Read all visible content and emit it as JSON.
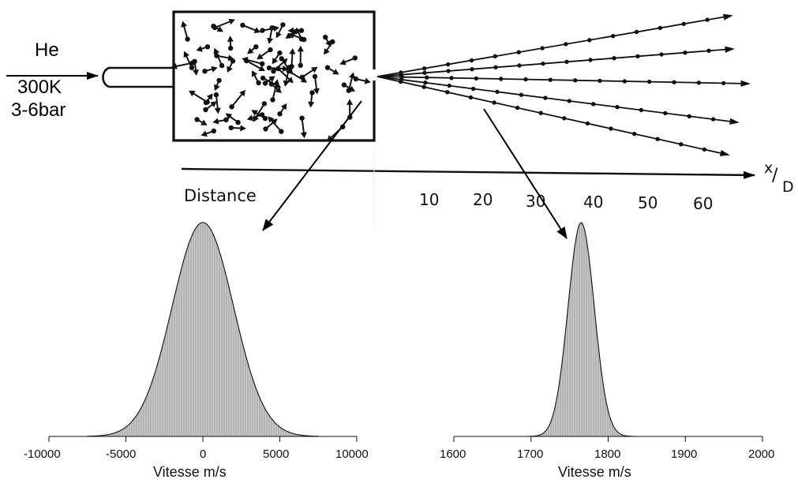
{
  "source": {
    "gas": "He",
    "temperature": "300K",
    "pressure": "3-6bar"
  },
  "schematic": {
    "distance_label": "Distance",
    "axis_unit_numerator": "x",
    "axis_unit_denominator": "D",
    "ticks": [
      "10",
      "20",
      "30",
      "40",
      "50",
      "60"
    ]
  },
  "chart_data": [
    {
      "type": "area",
      "description_id": "reservoir-velocity-distribution",
      "xlabel": "Vitesse m/s",
      "ylabel": "",
      "xlim": [
        -10000,
        10000
      ],
      "xticks": [
        -10000,
        -5000,
        0,
        5000,
        10000
      ],
      "xtick_labels": [
        "-10000",
        "-5000",
        "0",
        "5000",
        "10000"
      ],
      "distribution": {
        "shape": "gaussian",
        "center": 0,
        "sigma": 2000,
        "support": [
          -7500,
          7500
        ]
      },
      "fill_color": "#b4b4b4",
      "grid": false
    },
    {
      "type": "area",
      "description_id": "jet-velocity-distribution",
      "xlabel": "Vitesse m/s",
      "ylabel": "",
      "xlim": [
        1600,
        2000
      ],
      "xticks": [
        1600,
        1700,
        1800,
        1900,
        2000
      ],
      "xtick_labels": [
        "1600",
        "1700",
        "1800",
        "1900",
        "2000"
      ],
      "distribution": {
        "shape": "gaussian",
        "center": 1765,
        "sigma": 17,
        "support": [
          1600,
          2000
        ]
      },
      "fill_color": "#b4b4b4",
      "grid": false
    }
  ]
}
